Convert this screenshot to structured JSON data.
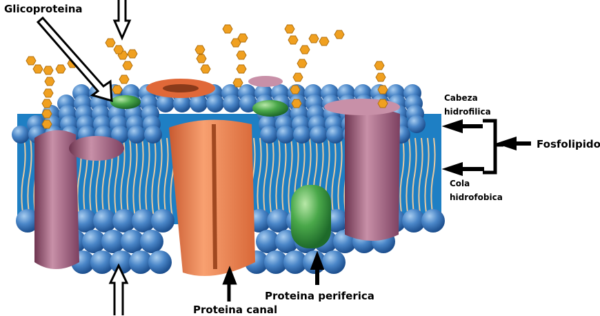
{
  "labels": {
    "glycoprotein": "Glicoproteina",
    "channel_protein": "Proteina canal",
    "peripheral_protein": "Proteina periferica",
    "hydrophilic_head": [
      "Cabeza",
      "hidrofilica"
    ],
    "hydrophobic_tail": [
      "Cola",
      "hidrofobica"
    ],
    "phospholipid": "Fosfolipido"
  },
  "colors": {
    "phospholipid_head": "#4a86c8",
    "membrane_side": "#1e7fc4",
    "lipid_tail": "#e8c9a0",
    "carbohydrate": "#f0a020",
    "channel_protein": "#f08050",
    "integral_protein": "#9c5a78",
    "peripheral_protein": "#4aa84a",
    "cholesterol": "#f0e020"
  }
}
